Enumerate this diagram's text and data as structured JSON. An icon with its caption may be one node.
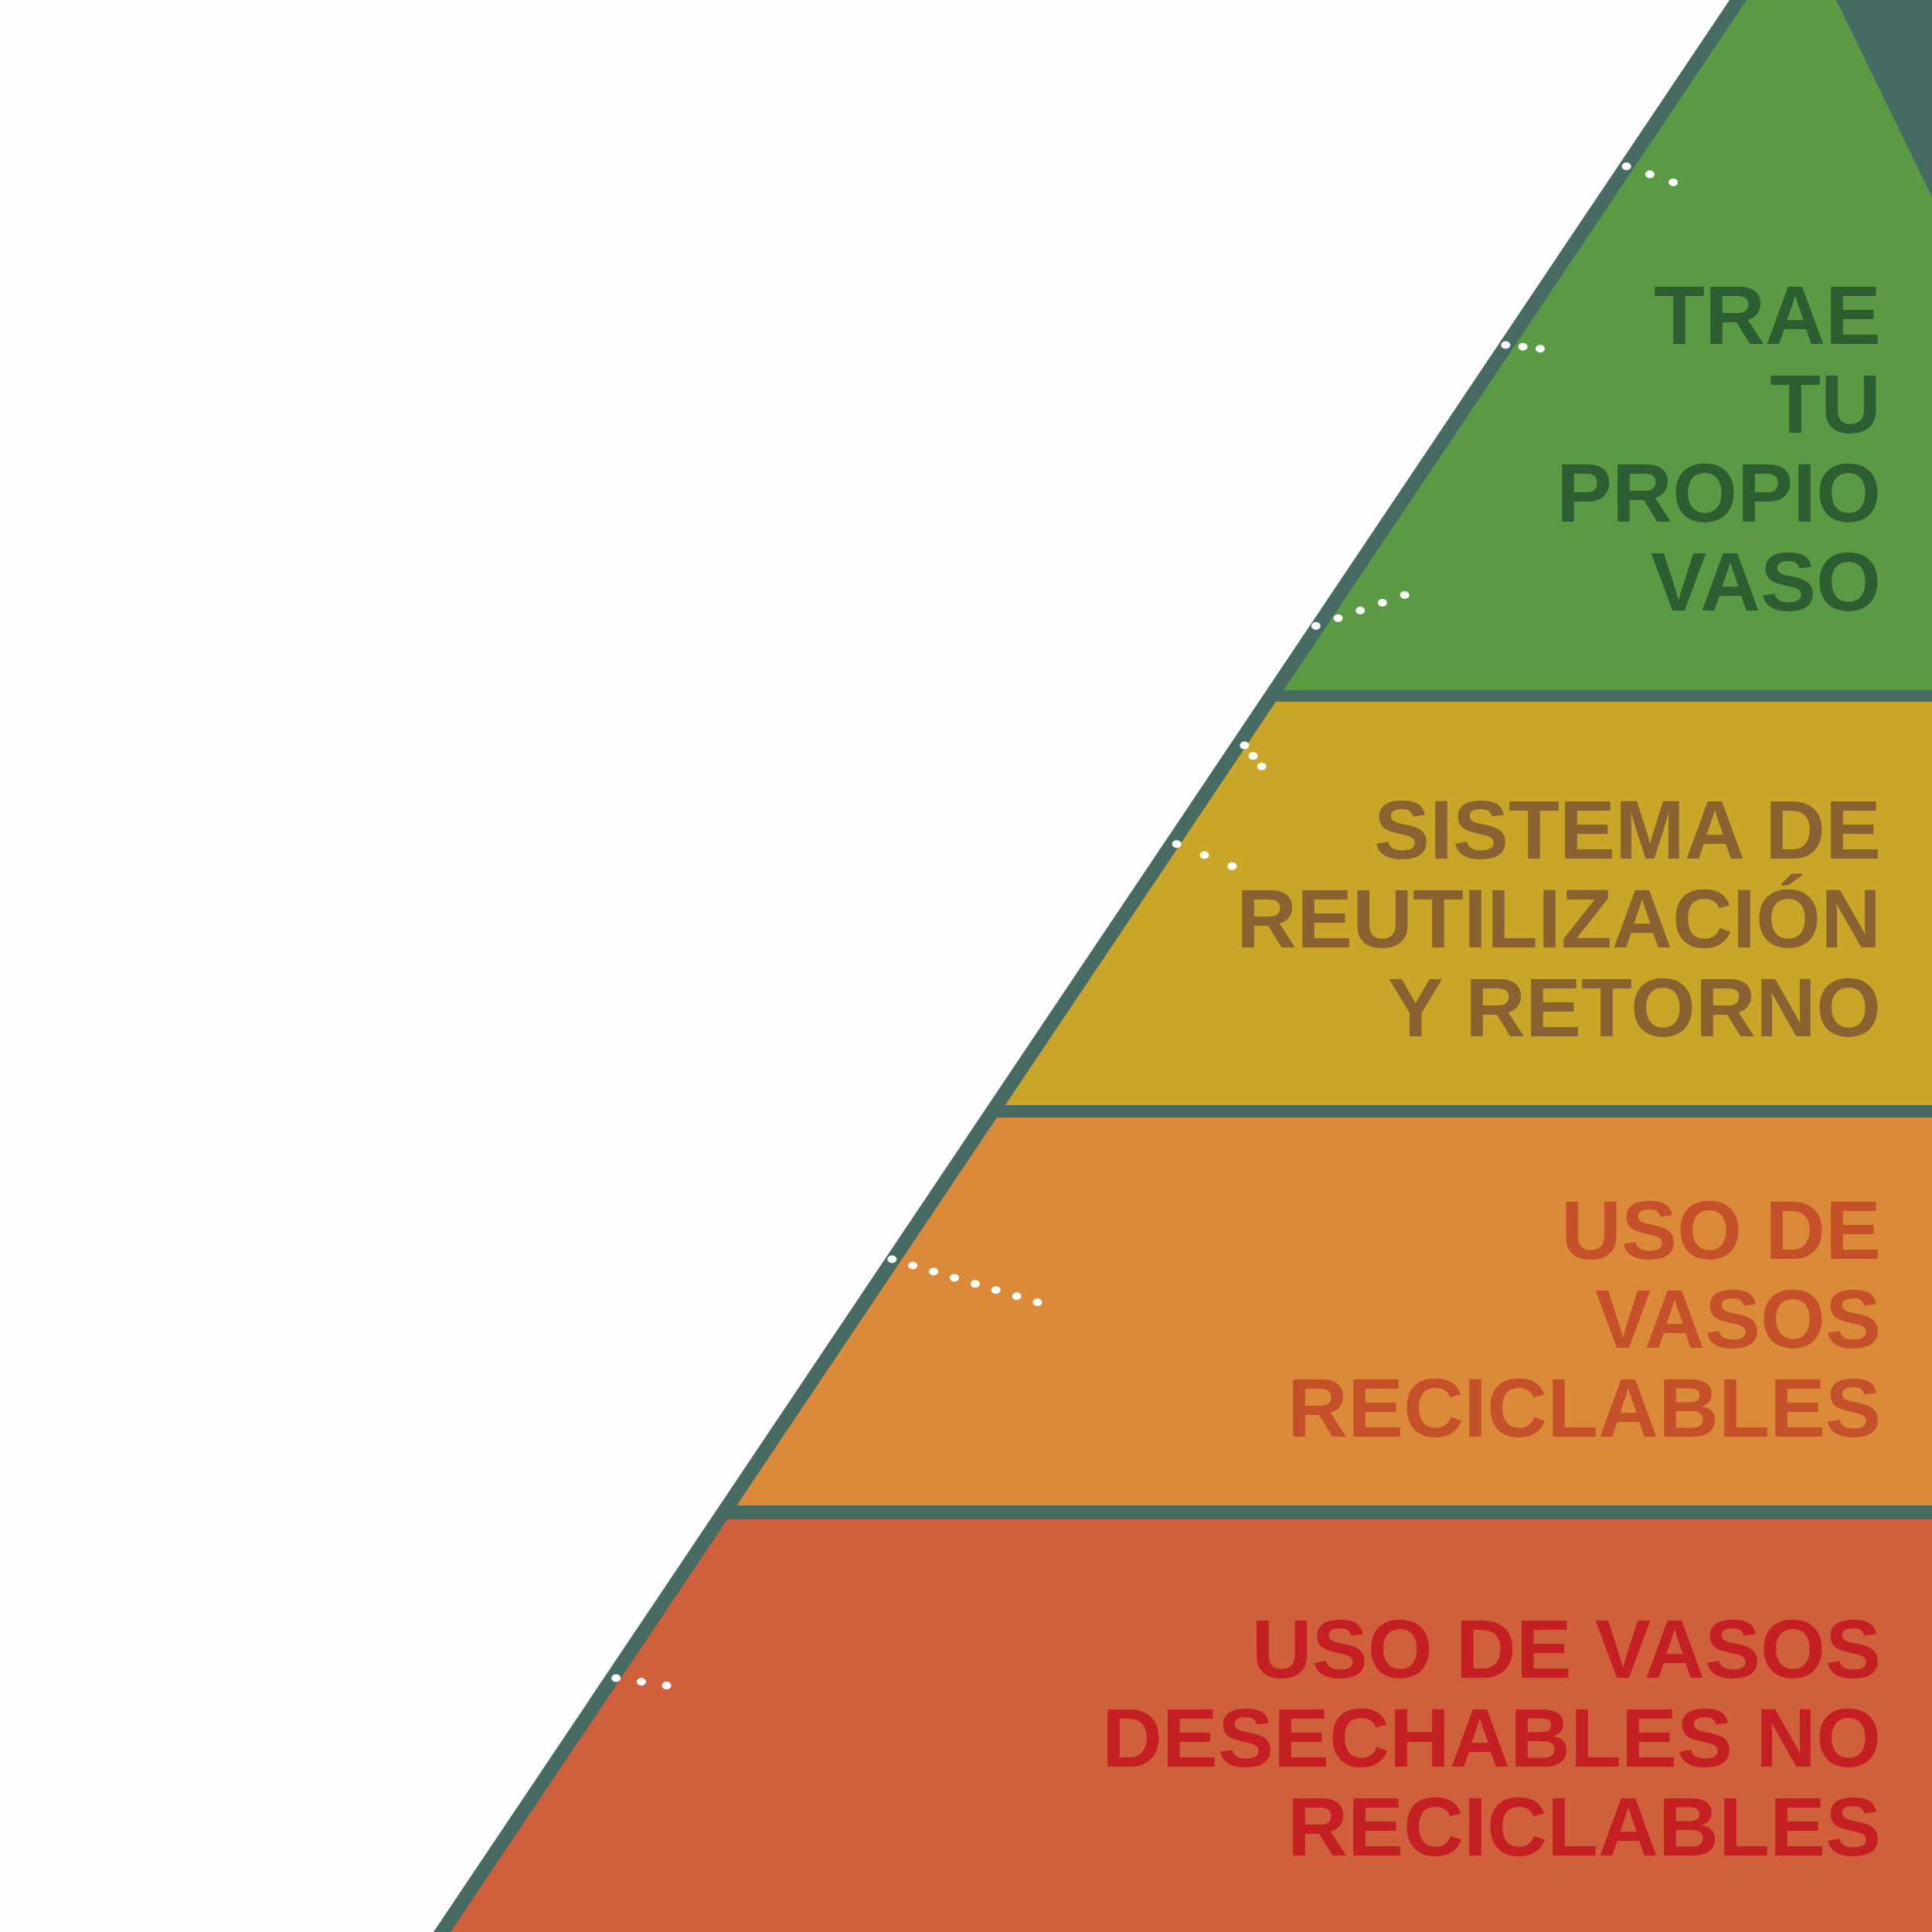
{
  "diagram": {
    "nodes": [
      {
        "text": [
          "TRAE TU PROPIO VASO"
        ]
      },
      {
        "text": [
          "SISTEMA DE REUTILIZACIÓN Y RETORNO"
        ]
      },
      {
        "text": [
          "USO DE VASOS RECICLABLES"
        ]
      },
      {
        "text": [
          "USO DE VASOS DESECHABLES NO RECICLABLES"
        ]
      }
    ]
  }
}
